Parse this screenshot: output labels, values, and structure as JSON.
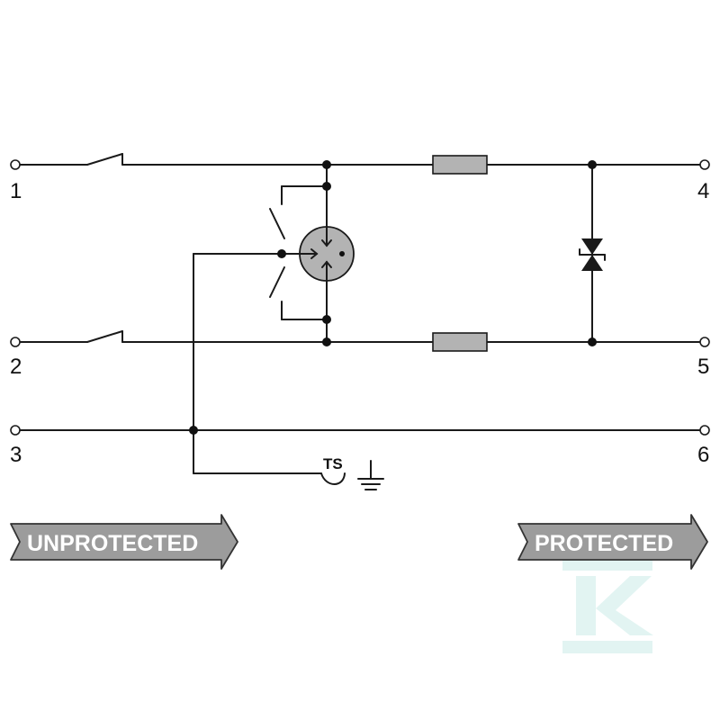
{
  "terminals": {
    "t1": "1",
    "t2": "2",
    "t3": "3",
    "t4": "4",
    "t5": "5",
    "t6": "6"
  },
  "thermal_switch_label": "TS",
  "arrows": {
    "left": "UNPROTECTED",
    "right": "PROTECTED"
  },
  "colors": {
    "line": "#1a1a1a",
    "component_fill": "#b3b3b3",
    "arrow_fill": "#9c9c9c",
    "arrow_outline": "#333333",
    "watermark": "#d9f0ee"
  },
  "icons": {
    "gas_discharge_tube": "gas-discharge-tube-icon",
    "tvs_diode": "bidirectional-diode-icon",
    "ground": "ground-icon",
    "switch": "switch-icon",
    "resistor": "resistor-icon",
    "watermark": "k-logo-watermark-icon"
  }
}
